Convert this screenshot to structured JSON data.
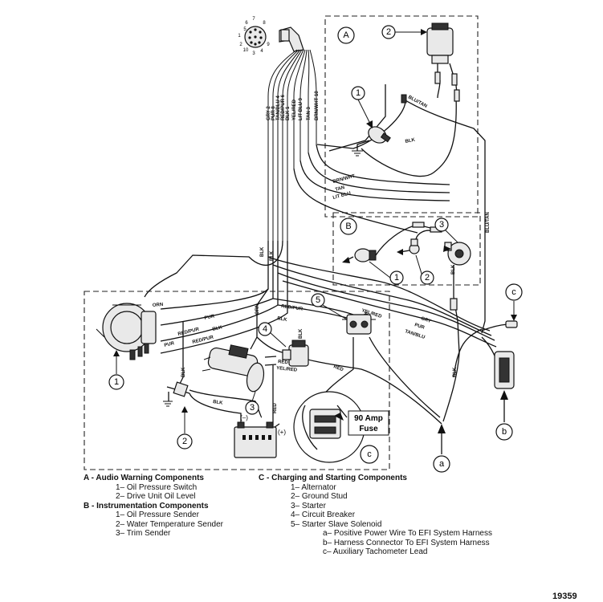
{
  "callouts": {
    "boxA": "A",
    "boxB": "B",
    "boxC": "c",
    "a1": "1",
    "a2": "2",
    "b1": "1",
    "b2": "2",
    "b3": "3",
    "c1": "1",
    "c2": "2",
    "c3": "3",
    "c4": "4",
    "c5": "5",
    "ea": "a",
    "eb": "b",
    "ec": "c"
  },
  "pin_numbers": [
    "7",
    "6",
    "8",
    "1",
    "5",
    "2",
    "10",
    "3",
    "4",
    "9"
  ],
  "harness_labels": [
    "GRY 2",
    "PUR 8",
    "TAN/BLU 4",
    "RED/PUR 6",
    "BLK 1",
    "YEL/RED",
    "LIT BLU 9",
    "TAN 3",
    "BRN/WHT 10"
  ],
  "wire_labels": {
    "blu_tan": "BLU/TAN",
    "blk_a": "BLK",
    "brn_wht": "BRN/WHT",
    "tan": "TAN",
    "lit_blu": "LIT BLU",
    "blk_b": "BLK",
    "blu_tan_r": "BLU/TAN",
    "blk_sol": "BLK",
    "orn": "ORN",
    "pur": "PUR",
    "red_pur": "RED/PUR",
    "blk_alt": "BLK",
    "pur2": "PUR",
    "red_pur2": "RED/PUR",
    "blk2": "BLK",
    "yel_red": "YEL/RED",
    "red_pur3": "RED/PUR",
    "blk3": "BLK",
    "gry": "GRY",
    "pur3": "PUR",
    "tan_blu": "TAN/BLU",
    "red_sv": "RED",
    "red2": "RED",
    "yel_red2": "YEL/RED",
    "blk4": "BLK",
    "blk5": "BLK",
    "blk6": "BLK",
    "blk7": "BLK",
    "red3": "RED",
    "orn2": "ORN",
    "blk8": "BLK",
    "blk9": "BLK"
  },
  "battery_neg": "(–)",
  "battery_pos": "(+)",
  "fuse_label": "90 Amp\nFuse",
  "fuse_line1": "90 Amp",
  "fuse_line2": "Fuse",
  "legend": {
    "a_title": "A - Audio Warning Components",
    "a_items": [
      "1– Oil Pressure Switch",
      "2– Drive Unit Oil Level"
    ],
    "b_title": "B - Instrumentation Components",
    "b_items": [
      "1– Oil Pressure Sender",
      "2– Water Temperature Sender",
      "3– Trim Sender"
    ],
    "c_title": "C - Charging and Starting Components",
    "c_items": [
      "1– Alternator",
      "2– Ground Stud",
      "3– Starter",
      "4– Circuit Breaker",
      "5– Starter Slave Solenoid"
    ],
    "c_sub": [
      "a– Positive Power Wire To EFI System Harness",
      "b– Harness Connector To EFI System Harness",
      "c– Auxiliary Tachometer Lead"
    ]
  },
  "figure_number": "19359"
}
